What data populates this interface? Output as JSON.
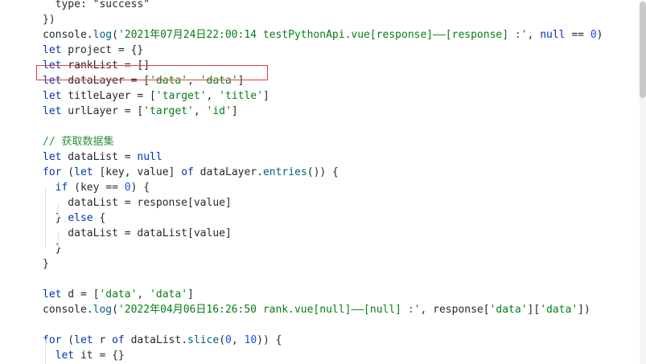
{
  "editor": {
    "lines": [
      [
        {
          "t": "  type: \"success\"",
          "c": "pl"
        }
      ],
      [
        {
          "t": "})",
          "c": "pl"
        }
      ],
      [
        {
          "t": "console",
          "c": "pl"
        },
        {
          "t": ".",
          "c": "pl"
        },
        {
          "t": "log",
          "c": "fn"
        },
        {
          "t": "(",
          "c": "pl"
        },
        {
          "t": "'2021年07月24日22:00:14 testPythonApi.vue[response]——[response] :'",
          "c": "str"
        },
        {
          "t": ", ",
          "c": "pl"
        },
        {
          "t": "null",
          "c": "kw"
        },
        {
          "t": " == ",
          "c": "pl"
        },
        {
          "t": "0",
          "c": "num"
        },
        {
          "t": ")",
          "c": "pl"
        }
      ],
      [
        {
          "t": "let",
          "c": "kw"
        },
        {
          "t": " project = {}",
          "c": "pl"
        }
      ],
      [
        {
          "t": "let",
          "c": "kw"
        },
        {
          "t": " rankList = []",
          "c": "pl"
        }
      ],
      [
        {
          "t": "let",
          "c": "kw"
        },
        {
          "t": " dataLayer = [",
          "c": "pl"
        },
        {
          "t": "'data'",
          "c": "str"
        },
        {
          "t": ", ",
          "c": "pl"
        },
        {
          "t": "'data'",
          "c": "str"
        },
        {
          "t": "]",
          "c": "pl"
        }
      ],
      [
        {
          "t": "let",
          "c": "kw"
        },
        {
          "t": " titleLayer = [",
          "c": "pl"
        },
        {
          "t": "'target'",
          "c": "str"
        },
        {
          "t": ", ",
          "c": "pl"
        },
        {
          "t": "'title'",
          "c": "str"
        },
        {
          "t": "]",
          "c": "pl"
        }
      ],
      [
        {
          "t": "let",
          "c": "kw"
        },
        {
          "t": " urlLayer = [",
          "c": "pl"
        },
        {
          "t": "'target'",
          "c": "str"
        },
        {
          "t": ", ",
          "c": "pl"
        },
        {
          "t": "'id'",
          "c": "str"
        },
        {
          "t": "]",
          "c": "pl"
        }
      ],
      [],
      [
        {
          "t": "// 获取数据集",
          "c": "cm"
        }
      ],
      [
        {
          "t": "let",
          "c": "kw"
        },
        {
          "t": " dataList = ",
          "c": "pl"
        },
        {
          "t": "null",
          "c": "kw"
        }
      ],
      [
        {
          "t": "for",
          "c": "kw"
        },
        {
          "t": " (",
          "c": "pl"
        },
        {
          "t": "let",
          "c": "kw"
        },
        {
          "t": " [key, value] ",
          "c": "pl"
        },
        {
          "t": "of",
          "c": "kw"
        },
        {
          "t": " dataLayer.",
          "c": "pl"
        },
        {
          "t": "entries",
          "c": "fn"
        },
        {
          "t": "()) {",
          "c": "pl"
        }
      ],
      [
        {
          "t": "  ",
          "c": "pl"
        },
        {
          "t": "if",
          "c": "kw"
        },
        {
          "t": " (key == ",
          "c": "pl"
        },
        {
          "t": "0",
          "c": "num"
        },
        {
          "t": ") {",
          "c": "pl"
        }
      ],
      [
        {
          "t": "    dataList = response[value]",
          "c": "pl"
        }
      ],
      [
        {
          "t": "  } ",
          "c": "pl"
        },
        {
          "t": "else",
          "c": "kw"
        },
        {
          "t": " {",
          "c": "pl"
        }
      ],
      [
        {
          "t": "    dataList = dataList[value]",
          "c": "pl"
        }
      ],
      [
        {
          "t": "  }",
          "c": "pl"
        }
      ],
      [
        {
          "t": "}",
          "c": "pl"
        }
      ],
      [],
      [
        {
          "t": "let",
          "c": "kw"
        },
        {
          "t": " d = [",
          "c": "pl"
        },
        {
          "t": "'data'",
          "c": "str"
        },
        {
          "t": ", ",
          "c": "pl"
        },
        {
          "t": "'data'",
          "c": "str"
        },
        {
          "t": "]",
          "c": "pl"
        }
      ],
      [
        {
          "t": "console",
          "c": "pl"
        },
        {
          "t": ".",
          "c": "pl"
        },
        {
          "t": "log",
          "c": "fn"
        },
        {
          "t": "(",
          "c": "pl"
        },
        {
          "t": "'2022年04月06日16:26:50 rank.vue[null]——[null] :'",
          "c": "str"
        },
        {
          "t": ", response[",
          "c": "pl"
        },
        {
          "t": "'data'",
          "c": "str"
        },
        {
          "t": "][",
          "c": "pl"
        },
        {
          "t": "'data'",
          "c": "str"
        },
        {
          "t": "])",
          "c": "pl"
        }
      ],
      [],
      [
        {
          "t": "for",
          "c": "kw"
        },
        {
          "t": " (",
          "c": "pl"
        },
        {
          "t": "let",
          "c": "kw"
        },
        {
          "t": " r ",
          "c": "pl"
        },
        {
          "t": "of",
          "c": "kw"
        },
        {
          "t": " dataList.",
          "c": "pl"
        },
        {
          "t": "slice",
          "c": "fn"
        },
        {
          "t": "(",
          "c": "pl"
        },
        {
          "t": "0",
          "c": "num"
        },
        {
          "t": ", ",
          "c": "pl"
        },
        {
          "t": "10",
          "c": "num"
        },
        {
          "t": ")) {",
          "c": "pl"
        }
      ],
      [
        {
          "t": "  ",
          "c": "pl"
        },
        {
          "t": "let",
          "c": "kw"
        },
        {
          "t": " it = {}",
          "c": "pl"
        }
      ]
    ],
    "highlighted_line": 5
  }
}
